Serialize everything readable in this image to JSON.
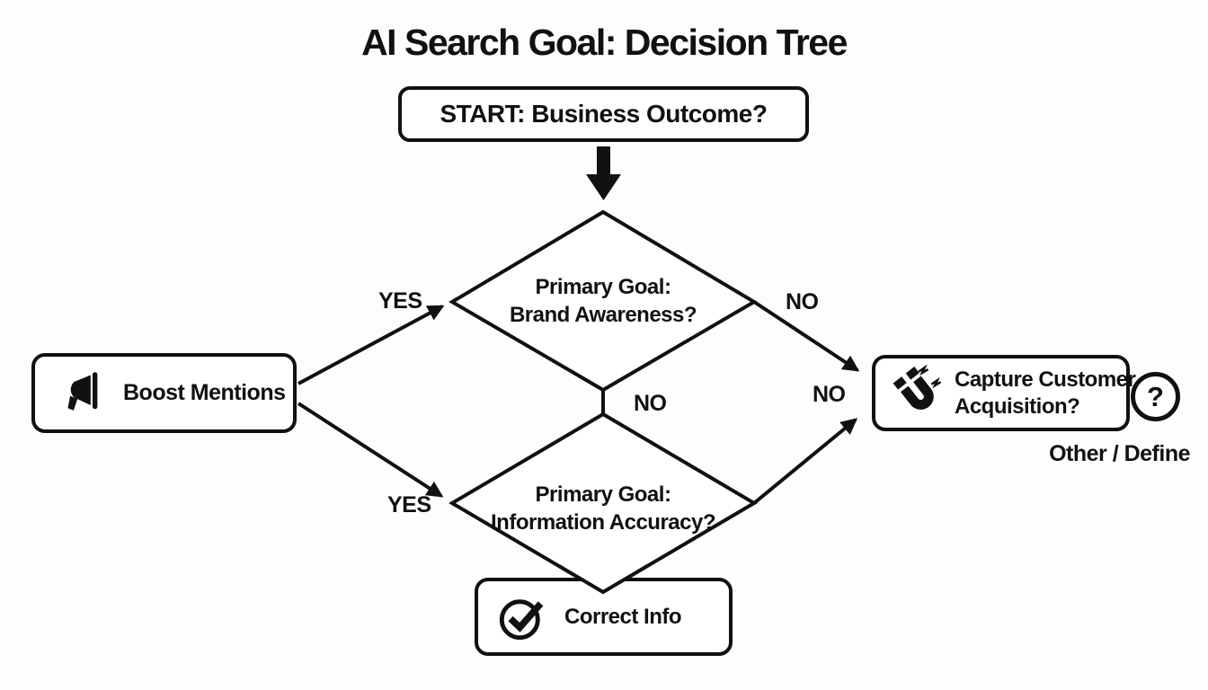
{
  "title": "AI Search Goal: Decision Tree",
  "nodes": {
    "start": {
      "label": "START: Business Outcome?"
    },
    "diamond_brand": {
      "line1": "Primary Goal:",
      "line2": "Brand Awareness?"
    },
    "diamond_accuracy": {
      "line1": "Primary Goal:",
      "line2": "Information Accuracy?"
    },
    "boost": {
      "label": "Boost Mentions",
      "icon": "megaphone-icon"
    },
    "capture": {
      "line1": "Capture Customer",
      "line2": "Acquisition?",
      "icon": "magnet-icon"
    },
    "correct": {
      "label": "Correct Info",
      "icon": "check-circle-icon"
    },
    "other": {
      "label": "Other / Define",
      "icon": "question-mark-icon",
      "symbol": "?"
    }
  },
  "edge_labels": {
    "yes_to_boost_top": "YES",
    "yes_to_boost_bottom": "YES",
    "no_to_capture_top": "NO",
    "no_between_diamonds": "NO",
    "no_to_capture_bottom": "NO"
  },
  "colors": {
    "ink": "#111111",
    "background": "#fdfdfd",
    "node_fill": "#ffffff"
  }
}
